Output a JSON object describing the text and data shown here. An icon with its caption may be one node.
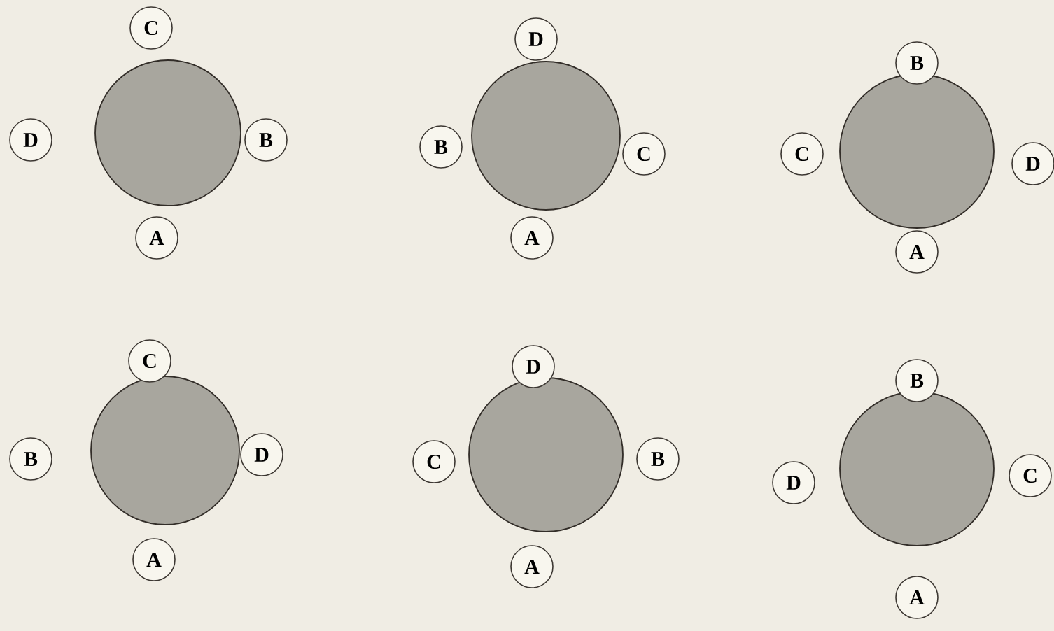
{
  "diagram": {
    "nodes": [
      {
        "text": [],
        "shape": "circle"
      },
      {
        "text": [
          "C"
        ]
      },
      {
        "text": [
          "D"
        ]
      },
      {
        "text": [
          "B"
        ]
      },
      {
        "text": [
          "A"
        ]
      },
      {
        "text": [],
        "shape": "circle"
      },
      {
        "text": [
          "D"
        ]
      },
      {
        "text": [
          "B"
        ]
      },
      {
        "text": [
          "C"
        ]
      },
      {
        "text": [
          "A"
        ]
      },
      {
        "text": [],
        "shape": "circle"
      },
      {
        "text": [
          "B"
        ]
      },
      {
        "text": [
          "C"
        ]
      },
      {
        "text": [
          "D"
        ]
      },
      {
        "text": [
          "A"
        ]
      },
      {
        "text": [],
        "shape": "circle"
      },
      {
        "text": [
          "C"
        ]
      },
      {
        "text": [
          "B"
        ]
      },
      {
        "text": [
          "D"
        ]
      },
      {
        "text": [
          "A"
        ]
      },
      {
        "text": [],
        "shape": "circle"
      },
      {
        "text": [
          "D"
        ]
      },
      {
        "text": [
          "C"
        ]
      },
      {
        "text": [
          "B"
        ]
      },
      {
        "text": [
          "A"
        ]
      },
      {
        "text": [],
        "shape": "circle"
      },
      {
        "text": [
          "B"
        ]
      },
      {
        "text": [
          "D"
        ]
      },
      {
        "text": [
          "C"
        ]
      },
      {
        "text": [
          "A"
        ]
      }
    ]
  }
}
